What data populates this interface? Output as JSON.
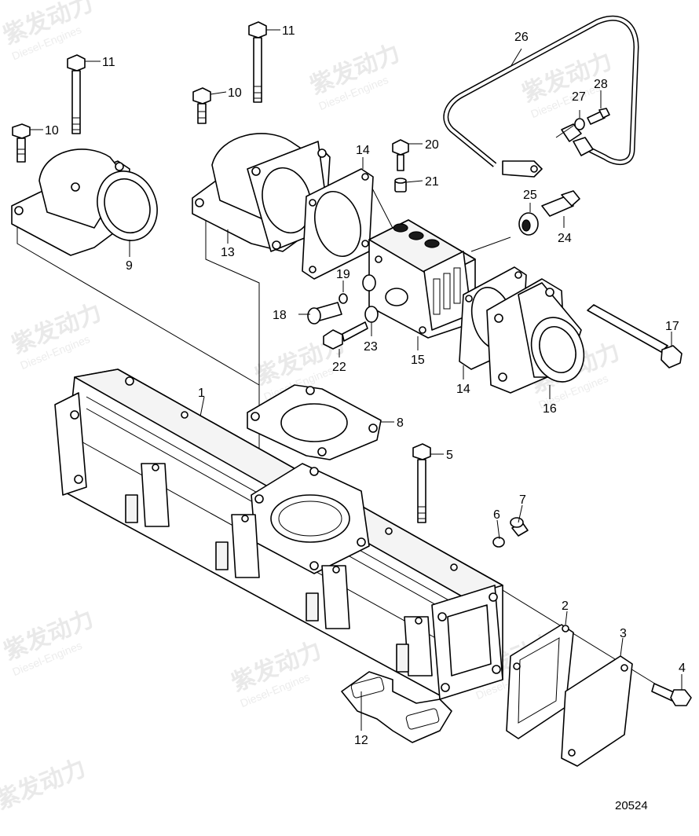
{
  "diagram": {
    "drawing_number": "20524",
    "watermark": {
      "brand": "紫发动力",
      "subtitle": "Diesel-Engines"
    },
    "callouts": [
      {
        "id": "c1",
        "label": "1"
      },
      {
        "id": "c2",
        "label": "2"
      },
      {
        "id": "c3",
        "label": "3"
      },
      {
        "id": "c4",
        "label": "4"
      },
      {
        "id": "c5",
        "label": "5"
      },
      {
        "id": "c6",
        "label": "6"
      },
      {
        "id": "c7",
        "label": "7"
      },
      {
        "id": "c8",
        "label": "8"
      },
      {
        "id": "c9",
        "label": "9"
      },
      {
        "id": "c10a",
        "label": "10"
      },
      {
        "id": "c10b",
        "label": "10"
      },
      {
        "id": "c11a",
        "label": "11"
      },
      {
        "id": "c11b",
        "label": "11"
      },
      {
        "id": "c12",
        "label": "12"
      },
      {
        "id": "c13",
        "label": "13"
      },
      {
        "id": "c14a",
        "label": "14"
      },
      {
        "id": "c14b",
        "label": "14"
      },
      {
        "id": "c15",
        "label": "15"
      },
      {
        "id": "c16",
        "label": "16"
      },
      {
        "id": "c17",
        "label": "17"
      },
      {
        "id": "c18",
        "label": "18"
      },
      {
        "id": "c19",
        "label": "19"
      },
      {
        "id": "c20",
        "label": "20"
      },
      {
        "id": "c21",
        "label": "21"
      },
      {
        "id": "c22",
        "label": "22"
      },
      {
        "id": "c23",
        "label": "23"
      },
      {
        "id": "c24",
        "label": "24"
      },
      {
        "id": "c25",
        "label": "25"
      },
      {
        "id": "c26",
        "label": "26"
      },
      {
        "id": "c27",
        "label": "27"
      },
      {
        "id": "c28",
        "label": "28"
      }
    ]
  }
}
